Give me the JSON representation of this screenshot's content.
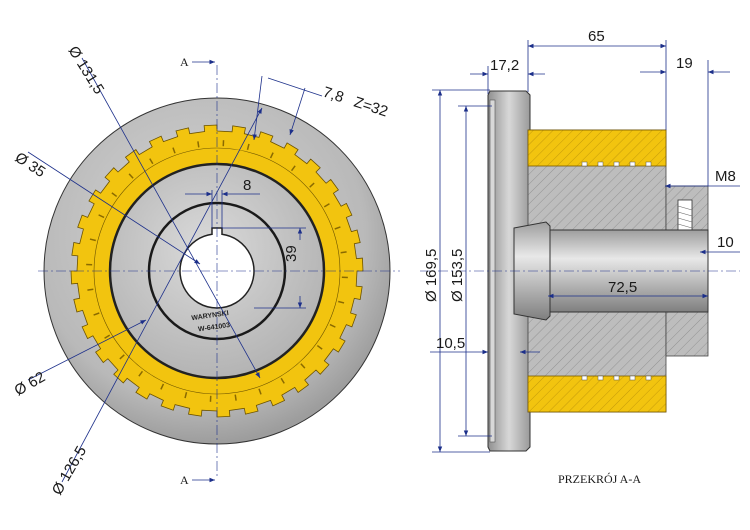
{
  "front_view": {
    "section_marker": "A",
    "dimensions": {
      "d_outer_face": "Ø 131,5",
      "tooth": "7,8",
      "teeth_count": "Z=32",
      "d_bore_circle": "Ø 35",
      "keyway_width": "8",
      "keyway_depth": "39",
      "d_inner_ring": "Ø 62",
      "d_tooth_root": "Ø 126,5"
    },
    "brand_name": "WARYNSKI",
    "part_number": "W-641003"
  },
  "section_view": {
    "dimensions": {
      "length_total": "65",
      "flange_width": "17,2",
      "hub_step": "19",
      "d_outer": "Ø 169,5",
      "d_flange_inner": "Ø 153,5",
      "thread": "M8",
      "shaft_offset": "10",
      "bore_length": "72,5",
      "flange_thickness": "10,5"
    },
    "caption": "PRZEKRÓJ A-A"
  },
  "colors": {
    "body_gray": "#bdbdbd",
    "yellow_friction": "#f2c40f",
    "dimension_blue": "#1c2f8a"
  }
}
